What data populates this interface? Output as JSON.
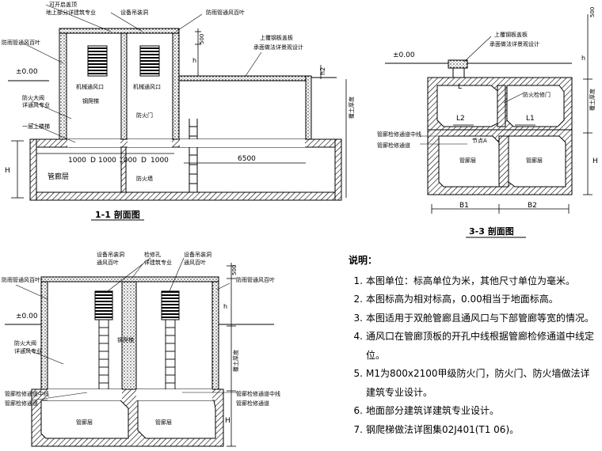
{
  "section_11": {
    "title": "1-1 剖面图",
    "callout_top_left": [
      "可开启盖顶",
      "地上部分详建筑专业"
    ],
    "callout_top_mid": "设备吊装洞",
    "callout_top_right": "防雨管通风百叶",
    "callout_left_1": "防雨管通风百叶",
    "elev_zero": "±0.00",
    "callout_left_2": [
      "防火大阀",
      "详通风专业"
    ],
    "callout_left_3": "一层上楼梯",
    "room_1": "机械通风口",
    "room_2": "机械通风口",
    "room_stair": "钢爬梯",
    "room_fire": "防火门",
    "callout_cover": [
      "上覆钢板盖板",
      "承面做法详景观设计"
    ],
    "gallery": "管廊层",
    "firewall": "防火墙",
    "dims": [
      "1000",
      "D",
      "1000",
      "1000",
      "D",
      "1000",
      "6500"
    ],
    "dim_500": "500",
    "dim_h": "h",
    "dim_h2": "h2",
    "dim_H": "H",
    "dim_depth": "覆土厚度"
  },
  "section_33": {
    "title": "3-3 剖面图",
    "callout_cover": [
      "上覆钢板盖板",
      "承面做法详景观设计"
    ],
    "elev_zero": "±0.00",
    "label_L": "L",
    "label_L2": "L2",
    "label_L1": "L1",
    "label_door": "防火检修门",
    "label_A": "节点A",
    "callout_left": [
      "管廊检修通道中线",
      "管廊检修通道"
    ],
    "cell_1": "管廊层",
    "cell_2": "管廊层",
    "dim_B1": "B1",
    "dim_B2": "B2",
    "dim_500": "500",
    "dim_h": "h",
    "dim_H": "H",
    "dim_depth": "覆土厚度"
  },
  "section_22": {
    "callout_1": [
      "设备吊装洞",
      "通风百叶"
    ],
    "callout_2": [
      "检修孔",
      "详建筑专业"
    ],
    "callout_3": [
      "设备吊装洞",
      "通风百叶"
    ],
    "callout_4": "防雨管通风百叶",
    "callout_left_1": "防雨管通风百叶",
    "elev_zero": "±0.00",
    "callout_left_2": [
      "防火大阀",
      "详通风专业"
    ],
    "room_stair": "钢爬梯",
    "callout_left_3": [
      "管廊检修通道中线",
      "管廊检修通道"
    ],
    "callout_right_3": [
      "管廊检修通道中线",
      "管廊检修通道"
    ],
    "cell_1": "管廊层",
    "cell_2": "管廊层",
    "dim_500": "500",
    "dim_h": "h",
    "dim_H": "H",
    "dim_depth": "覆土厚度"
  },
  "notes": {
    "title": "说明：",
    "items": [
      {
        "n": "1.",
        "text": "本图单位：标高单位为米，其他尺寸单位为毫米。"
      },
      {
        "n": "2.",
        "text": "本图标高为相对标高，0.00相当于地面标高。"
      },
      {
        "n": "3.",
        "text": "本图适用于双舱管廊且通风口与下部管廊等宽的情况。"
      },
      {
        "n": "4.",
        "text": "通风口在管廊顶板的开孔中线根据管廊检修通道中线定位。"
      },
      {
        "n": "5.",
        "text": "M1为800x2100甲级防火门，防火门、防火墙做法详"
      },
      {
        "n": "",
        "text": "建筑专业设计。"
      },
      {
        "n": "6.",
        "text": "地面部分建筑详建筑专业设计。"
      },
      {
        "n": "7.",
        "text": "钢爬梯做法详图集02J401(T1 06)。"
      }
    ]
  }
}
